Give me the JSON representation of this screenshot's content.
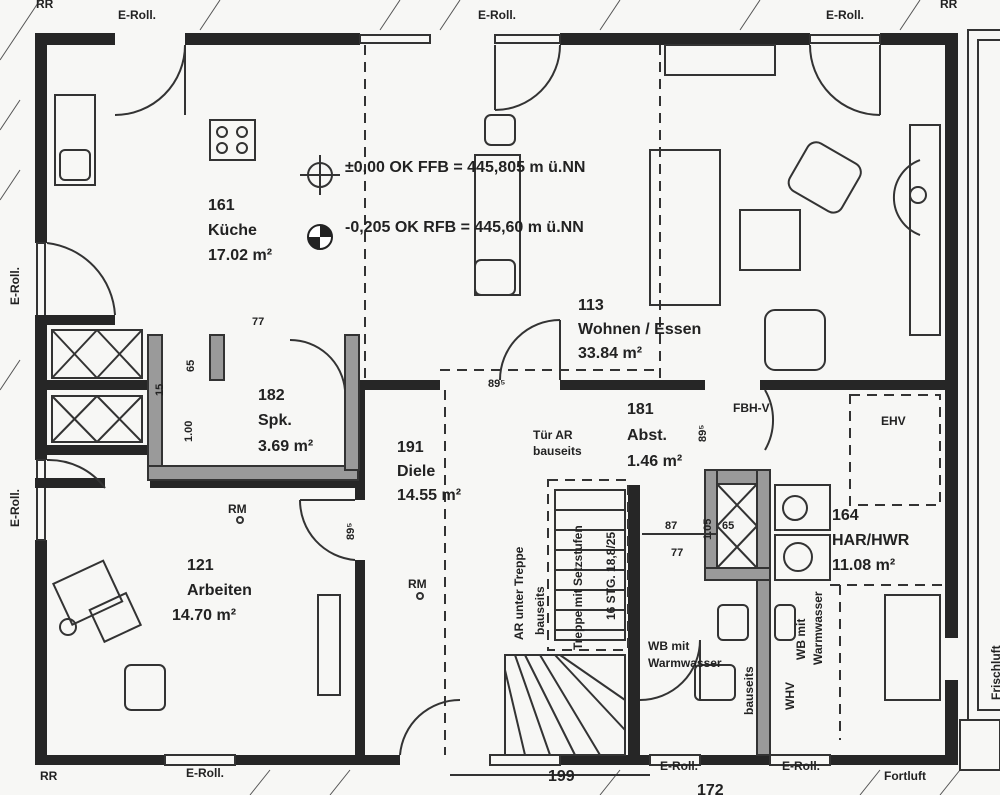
{
  "rooms": [
    {
      "number": "161",
      "name": "Küche",
      "area": "17.02 m²"
    },
    {
      "number": "113",
      "name": "Wohnen / Essen",
      "area": "33.84 m²"
    },
    {
      "number": "182",
      "name": "Spk.",
      "area": "3.69 m²"
    },
    {
      "number": "191",
      "name": "Diele",
      "area": "14.55 m²"
    },
    {
      "number": "181",
      "name": "Abst.",
      "area": "1.46 m²"
    },
    {
      "number": "164",
      "name": "HAR/HWR",
      "area": "11.08 m²"
    },
    {
      "number": "121",
      "name": "Arbeiten",
      "area": "14.70 m²"
    }
  ],
  "levels": {
    "ffb": "±0,00 OK FFB = 445,805 m ü.NN",
    "rfb": "-0,205 OK RFB = 445,60 m ü.NN"
  },
  "labels": {
    "eroll": "E-Roll.",
    "rr": "RR",
    "rm": "RM",
    "fbhv": "FBH-V",
    "ehv": "EHV",
    "tuer_ar_1": "Tür AR",
    "tuer_ar_2": "bauseits",
    "ar_treppe_1": "AR unter Treppe",
    "ar_treppe_2": "bauseits",
    "treppe": "Treppe mit Setzstufen",
    "stg": "16 STG. 18,8/25",
    "wb1": "WB mit",
    "wb2": "Warmwasser",
    "whv": "WHV",
    "bauseits": "bauseits",
    "frischluft": "Frischluft",
    "fortluft": "Fortluft"
  },
  "dimensions": {
    "d77a": "77",
    "d65a": "65",
    "d15": "15",
    "d100": "1.00",
    "d895": "89⁵",
    "d87": "87",
    "d77b": "77",
    "d105": "1.05",
    "d65b": "65",
    "d199": "199",
    "d172": "172"
  }
}
